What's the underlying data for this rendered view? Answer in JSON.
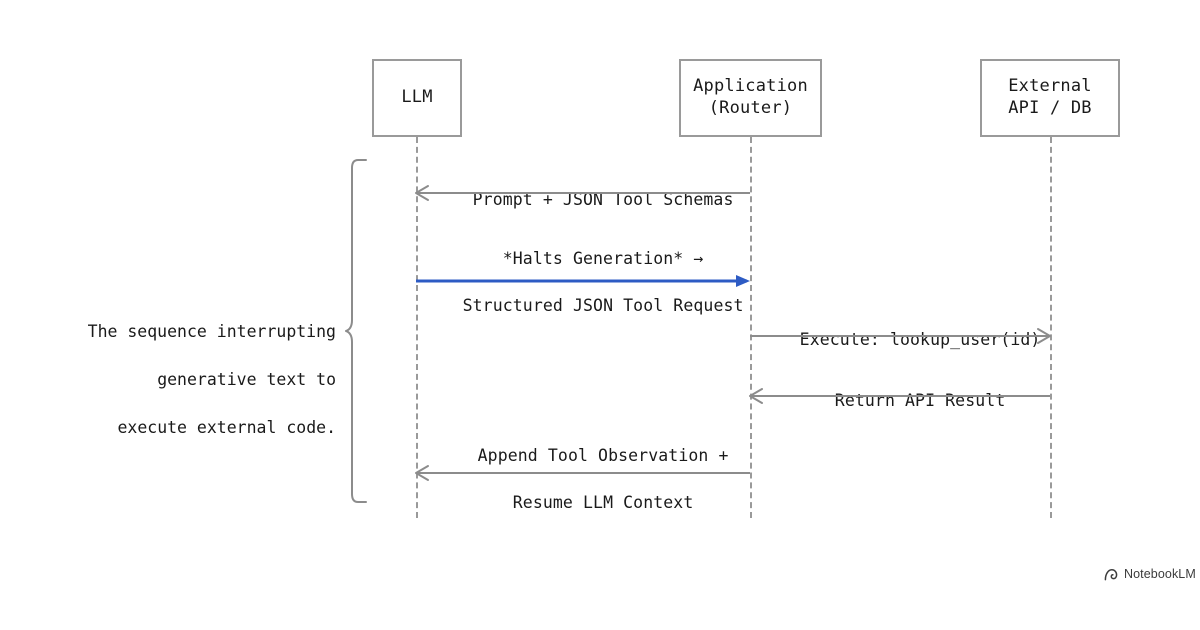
{
  "diagram": {
    "type": "sequence-diagram",
    "background_color": "#ffffff",
    "line_color": "#9a9a9a",
    "text_color": "#1a1a1a",
    "highlight_color": "#2d5bc4",
    "caption": {
      "line1": "The sequence interrupting",
      "line2": "generative text to",
      "line3": "execute external code."
    },
    "participants": [
      {
        "id": "llm",
        "line1": "LLM",
        "line2": ""
      },
      {
        "id": "application",
        "line1": "Application",
        "line2": "(Router)"
      },
      {
        "id": "external",
        "line1": "External",
        "line2": "API / DB"
      }
    ],
    "messages": [
      {
        "id": "prompt-schemas",
        "line1": "Prompt + JSON Tool Schemas",
        "line2": "",
        "from": "application",
        "to": "llm",
        "direction": "left",
        "color": "#8c8c8c"
      },
      {
        "id": "tool-request",
        "line1": "*Halts Generation* →",
        "line2": "Structured JSON Tool Request",
        "from": "llm",
        "to": "application",
        "direction": "right",
        "color": "#2d5bc4"
      },
      {
        "id": "execute-lookup",
        "line1": "Execute: lookup_user(id)",
        "line2": "",
        "from": "application",
        "to": "external",
        "direction": "right",
        "color": "#8c8c8c"
      },
      {
        "id": "return-result",
        "line1": "Return API Result",
        "line2": "",
        "from": "external",
        "to": "application",
        "direction": "left",
        "color": "#8c8c8c"
      },
      {
        "id": "append-observation",
        "line1": "Append Tool Observation +",
        "line2": "Resume LLM Context",
        "from": "application",
        "to": "llm",
        "direction": "left",
        "color": "#8c8c8c"
      }
    ]
  },
  "watermark": {
    "label": "NotebookLM",
    "icon": "notebooklm-logo-icon"
  }
}
